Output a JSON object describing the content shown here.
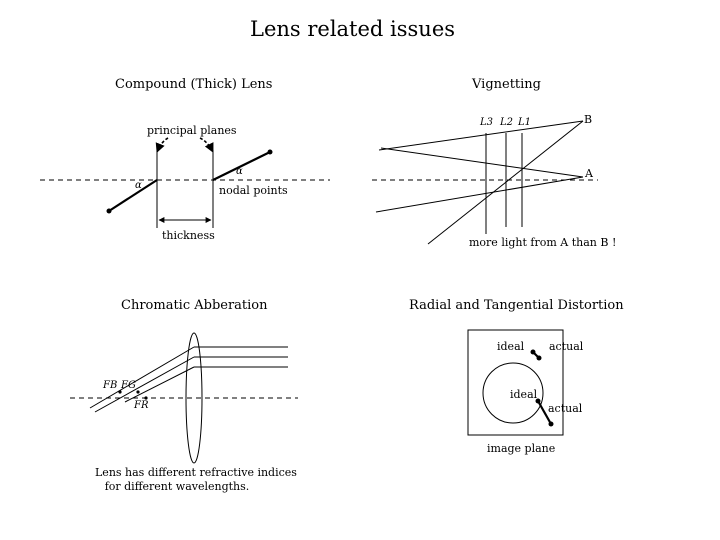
{
  "title": "Lens related issues",
  "compound": {
    "heading": "Compound (Thick) Lens",
    "principal_planes": "principal planes",
    "nodal_points": "nodal points",
    "thickness": "thickness",
    "alpha1": "α",
    "alpha2": "α"
  },
  "vignetting": {
    "heading": "Vignetting",
    "L3": "L3",
    "L2": "L2",
    "L1": "L1",
    "B": "B",
    "A": "A",
    "caption": "more light from A than B !"
  },
  "chromatic": {
    "heading": "Chromatic Abberation",
    "fb": "FB",
    "fg": "FG",
    "fr": "FR",
    "caption_line1": "Lens has different refractive indices",
    "caption_line2": "for different wavelengths."
  },
  "distortion": {
    "heading": "Radial and Tangential Distortion",
    "ideal1": "ideal",
    "actual1": "actual",
    "ideal2": "ideal",
    "actual2": "actual",
    "image_plane": "image plane"
  }
}
